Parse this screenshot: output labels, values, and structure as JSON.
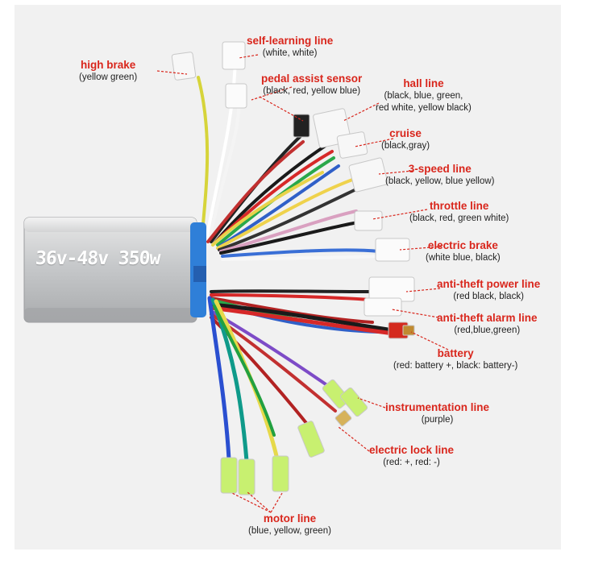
{
  "controller": {
    "label": "36v-48v 350w"
  },
  "labels": {
    "high_brake": {
      "title": "high brake",
      "sub": "(yellow green)"
    },
    "self_learning": {
      "title": "self-learning line",
      "sub": "(white, white)"
    },
    "pedal_assist": {
      "title": "pedal assist sensor",
      "sub": "(black, red, yellow blue)"
    },
    "hall": {
      "title": "hall line",
      "sub": "(black, blue, green,",
      "sub2": "red white, yellow black)"
    },
    "cruise": {
      "title": "cruise",
      "sub": "(black,gray)"
    },
    "three_speed": {
      "title": "3-speed line",
      "sub": "(black, yellow, blue yellow)"
    },
    "throttle": {
      "title": "throttle line",
      "sub": "(black, red, green white)"
    },
    "electric_brake": {
      "title": "electric brake",
      "sub": "(white blue, black)"
    },
    "anti_theft_power": {
      "title": "anti-theft power line",
      "sub": "(red black, black)"
    },
    "anti_theft_alarm": {
      "title": "anti-theft alarm line",
      "sub": "(red,blue,green)"
    },
    "battery": {
      "title": "battery",
      "sub": "(red: battery +, black: battery-)"
    },
    "instrumentation": {
      "title": "instrumentation line",
      "sub": "(purple)"
    },
    "electric_lock": {
      "title": "electric lock line",
      "sub": "(red: +, red: -)"
    },
    "motor": {
      "title": "motor line",
      "sub": "(blue, yellow, green)"
    }
  },
  "colors": {
    "label_title": "#d9261c",
    "label_sub": "#222222",
    "leader": "#d9261c"
  }
}
